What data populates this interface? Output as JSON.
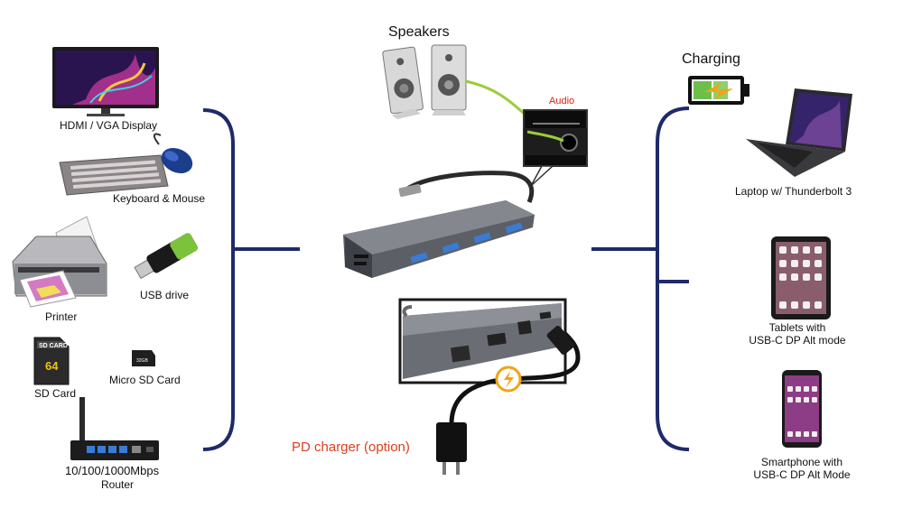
{
  "labels": {
    "hdmi": "HDMI / VGA Display",
    "keyboard_mouse": "Keyboard & Mouse",
    "usb_drive": "USB drive",
    "printer": "Printer",
    "sd_card": "SD Card",
    "micro_sd": "Micro SD Card",
    "router_speed": "10/100/1000Mbps",
    "router": "Router",
    "speakers": "Speakers",
    "audio": "Audio",
    "charging": "Charging",
    "laptop": "Laptop w/ Thunderbolt 3",
    "tablet_line1": "Tablets with",
    "tablet_line2": "USB-C DP Alt mode",
    "phone_line1": "Smartphone with",
    "phone_line2": "USB-C DP Alt Mode",
    "pd_charger": "PD charger (option)"
  },
  "device_text": {
    "sd_card_top": "SD CARD",
    "sd_card_size": "64",
    "micro_sd_size": "32GB"
  },
  "colors": {
    "bracket": "#1f2a6b",
    "hub": "#6e7178",
    "usb_port": "#3a7bd5",
    "audio_cable": "#9ccc3c",
    "charger_accent": "#f0a418",
    "pd_text": "#d9411e"
  }
}
